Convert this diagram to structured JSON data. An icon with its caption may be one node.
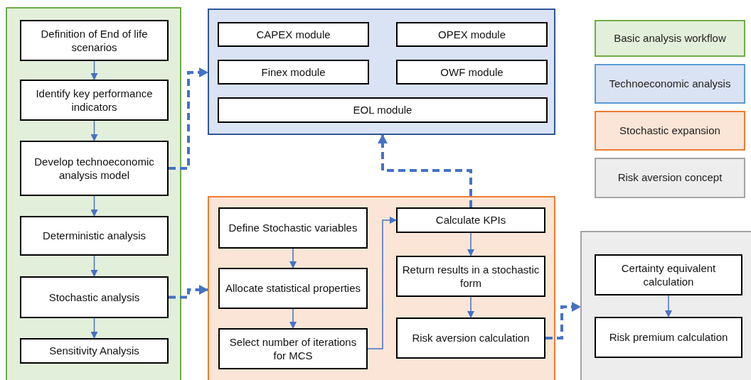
{
  "diagram": {
    "nodes": [
      {
        "text": [],
        "shape": "box"
      },
      {
        "text": [
          "Definition of End of life scenarios"
        ],
        "in": 0
      },
      {
        "text": [
          "Identify key performance indicators"
        ],
        "in": 0
      },
      {
        "text": [
          "Develop technoeconomic analysis model"
        ],
        "in": 0
      },
      {
        "text": [
          "Deterministic analysis"
        ],
        "in": 0
      },
      {
        "text": [
          "Stochastic analysis"
        ],
        "in": 0
      },
      {
        "text": [
          "Sensitivity Analysis"
        ],
        "in": 0
      },
      {
        "text": [],
        "shape": "box"
      },
      {
        "text": [
          "CAPEX module"
        ],
        "in": 7
      },
      {
        "text": [
          "OPEX module"
        ],
        "in": 7
      },
      {
        "text": [
          "Finex module"
        ],
        "in": 7
      },
      {
        "text": [
          "OWF module"
        ],
        "in": 7
      },
      {
        "text": [
          "EOL module"
        ],
        "in": 7
      },
      {
        "text": [],
        "shape": "box"
      },
      {
        "text": [
          "Define Stochastic variables"
        ],
        "in": 13
      },
      {
        "text": [
          "Allocate statistical properties"
        ],
        "in": 13
      },
      {
        "text": [
          "Select number of iterations for MCS"
        ],
        "in": 13
      },
      {
        "text": [
          "Calculate KPIs"
        ],
        "in": 13
      },
      {
        "text": [
          "Return results in a stochastic form"
        ],
        "in": 13
      },
      {
        "text": [
          "Risk aversion calculation"
        ],
        "in": 13
      },
      {
        "text": [],
        "shape": "box"
      },
      {
        "text": [
          "Certainty equivalent calculation"
        ],
        "in": 20
      },
      {
        "text": [
          "Risk premium calculation"
        ],
        "in": 20
      }
    ],
    "edges": [
      {
        "from": 1,
        "to": 2,
        "arrow": "to"
      },
      {
        "from": 2,
        "to": 3,
        "arrow": "to"
      },
      {
        "from": 3,
        "to": 4,
        "arrow": "to"
      },
      {
        "from": 4,
        "to": 5,
        "arrow": "to"
      },
      {
        "from": 5,
        "to": 6,
        "arrow": "to"
      },
      {
        "from": 3,
        "to": 7,
        "arrow": "to",
        "style": "dashed"
      },
      {
        "from": 5,
        "to": 13,
        "arrow": "to",
        "style": "dashed"
      },
      {
        "from": 14,
        "to": 15,
        "arrow": "to"
      },
      {
        "from": 15,
        "to": 16,
        "arrow": "to"
      },
      {
        "from": 16,
        "to": 17,
        "arrow": "to"
      },
      {
        "from": 17,
        "to": 18,
        "arrow": "to"
      },
      {
        "from": 18,
        "to": 19,
        "arrow": "to"
      },
      {
        "from": 17,
        "to": 7,
        "arrow": "to",
        "style": "dashed"
      },
      {
        "from": 19,
        "to": 20,
        "arrow": "to",
        "style": "dashed"
      },
      {
        "from": 21,
        "to": 22,
        "arrow": "to"
      }
    ],
    "legend": [
      {
        "text": "Basic analysis workflow",
        "color": "#e2efda"
      },
      {
        "text": "Technoeconomic analysis",
        "color": "#dae3f3"
      },
      {
        "text": "Stochastic expansion",
        "color": "#fbe5d6"
      },
      {
        "text": "Risk aversion concept",
        "color": "#ededed"
      }
    ]
  }
}
